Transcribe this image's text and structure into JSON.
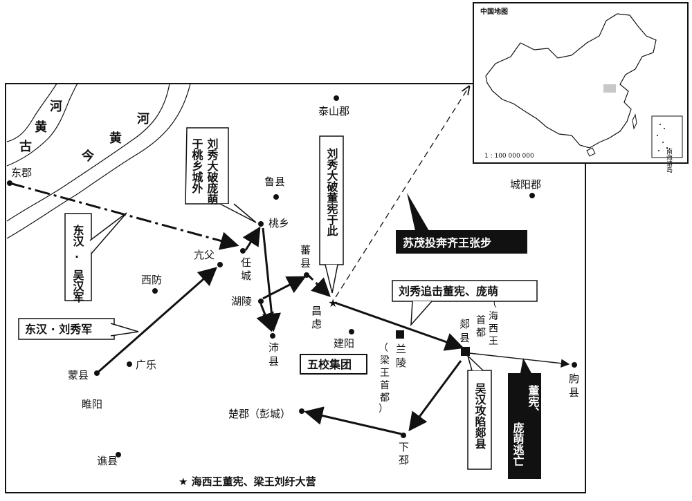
{
  "inset": {
    "title": "中国地图",
    "scale": "1 : 100 000 000",
    "south_sea": "南海诸岛"
  },
  "rivers": {
    "old": [
      "古",
      "黄",
      "河"
    ],
    "new": [
      "今",
      "黄",
      "河"
    ]
  },
  "places": {
    "dongjun": "东郡",
    "taishan": "泰山郡",
    "luxian": "鲁县",
    "chengyang": "城阳郡",
    "taoxiang": "桃乡",
    "kangfu": "亢父",
    "rencheng": [
      "任",
      "城"
    ],
    "xifang": "西防",
    "fanxian": [
      "蕃",
      "县"
    ],
    "huling": "湖陵",
    "changlv": [
      "昌",
      "虑"
    ],
    "peixian": [
      "沛",
      "县"
    ],
    "jianyang": "建阳",
    "mengxian": "蒙县",
    "guangle": "广乐",
    "suiyang": "睢阳",
    "lanling": [
      "兰",
      "陵"
    ],
    "lanling_note": [
      "（",
      "梁",
      "王",
      "首",
      "都",
      "）"
    ],
    "tanxian": [
      "郯",
      "县"
    ],
    "tanxian_note": [
      "（",
      "海",
      "西",
      "王",
      "首",
      "都",
      "）"
    ],
    "quxian": [
      "朐",
      "县"
    ],
    "chujun": "楚郡（彭城）",
    "xiapi": [
      "下",
      "邳"
    ],
    "qiaoxian": "谯县"
  },
  "annotations": {
    "liuxiu_pang": [
      "刘秀大破庞萌",
      "于桃乡城外"
    ],
    "liuxiu_dong": "刘秀大破董宪于此",
    "sumao": "苏茂投奔齐王张步",
    "dh_wuhan": [
      "东汉",
      "·",
      "吴汉军"
    ],
    "dh_liuxiu": "东汉 · 刘秀军",
    "zhuiji": "刘秀追击董宪、庞萌",
    "wuxiao": "五校集团",
    "wuhan_tan": "吴汉攻陷郯县",
    "dong_pang": [
      "董宪、",
      "庞萌逃亡"
    ]
  },
  "legend": {
    "camp": "★ 海西王董宪、梁王刘纡大营"
  }
}
